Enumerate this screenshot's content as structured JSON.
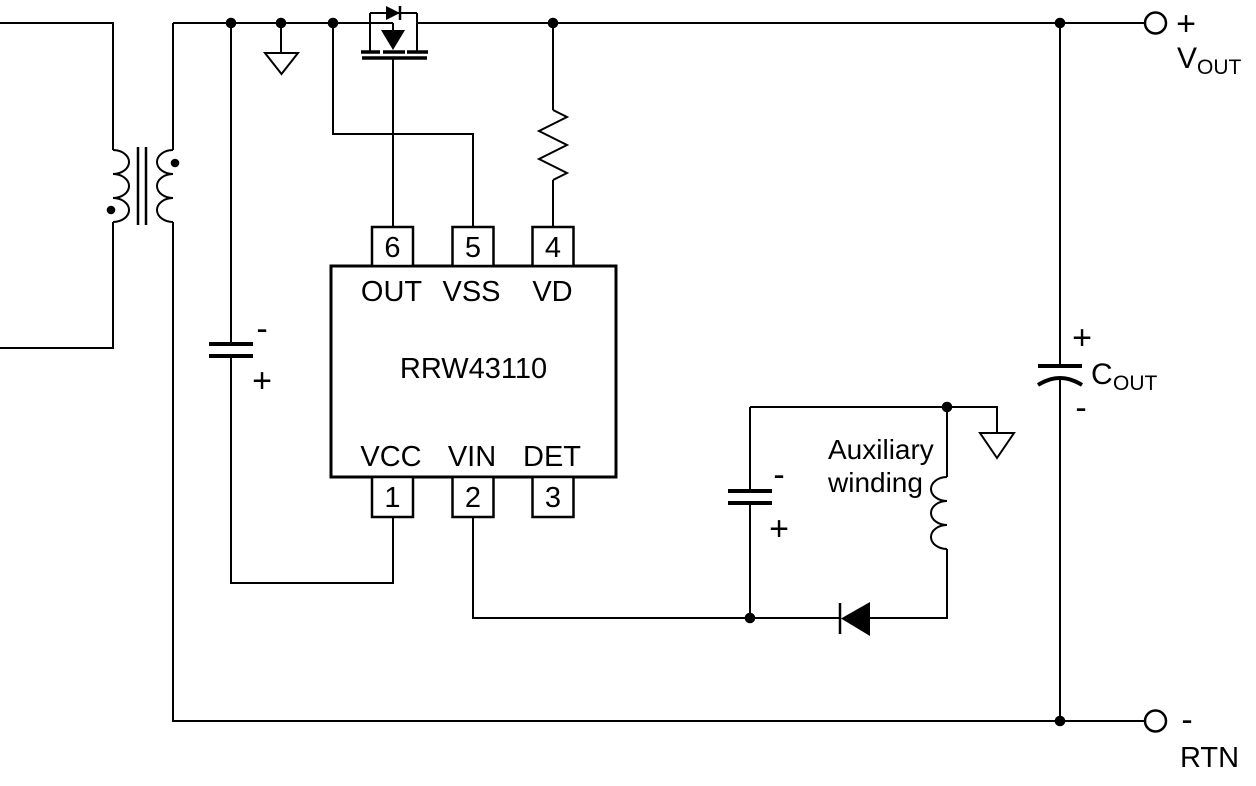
{
  "ic": {
    "name": "RRW43110",
    "top_pins": [
      {
        "number": "6",
        "label": "OUT"
      },
      {
        "number": "5",
        "label": "VSS"
      },
      {
        "number": "4",
        "label": "VD"
      }
    ],
    "bottom_pins": [
      {
        "number": "1",
        "label": "VCC"
      },
      {
        "number": "2",
        "label": "VIN"
      },
      {
        "number": "3",
        "label": "DET"
      }
    ]
  },
  "aux_winding": {
    "label_line1": "Auxiliary",
    "label_line2": "winding"
  },
  "capacitors": {
    "vcc_cap": {
      "minus": "-",
      "plus": "+"
    },
    "aux_cap": {
      "minus": "-",
      "plus": "+"
    },
    "cout": {
      "plus": "+",
      "minus": "-",
      "name_main": "C",
      "name_sub": "OUT"
    }
  },
  "terminals": {
    "vout": {
      "sign": "+",
      "name_main": "V",
      "name_sub": "OUT"
    },
    "rtn": {
      "sign": "-",
      "name": "RTN"
    }
  },
  "colors": {
    "line": "#000000",
    "background": "#ffffff"
  }
}
